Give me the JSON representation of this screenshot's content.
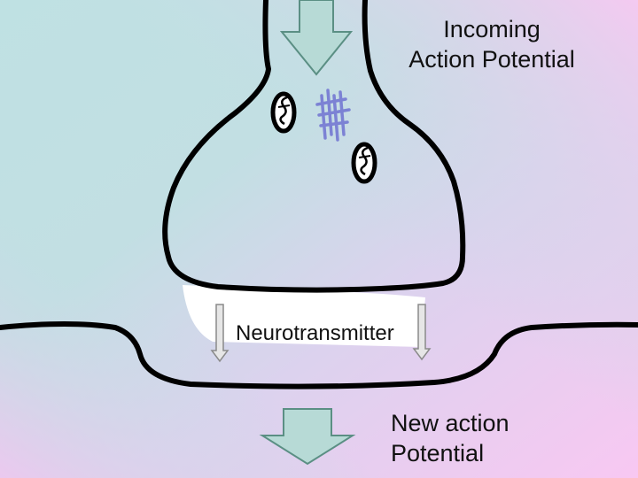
{
  "labels": {
    "incoming_line1": "Incoming",
    "incoming_line2": "Action Potential",
    "neurotransmitter": "Neurotransmitter",
    "new_line1": "New action",
    "new_line2": "Potential"
  },
  "colors": {
    "bg_pink": "#f6c8f2",
    "bg_teal": "#bde2e2",
    "arrow_fill": "#b6d9d5",
    "arrow_stroke": "#5b8f84",
    "outline": "#000000",
    "vesicle_lines": "#7c82d4",
    "cleft_white": "#ffffff"
  }
}
